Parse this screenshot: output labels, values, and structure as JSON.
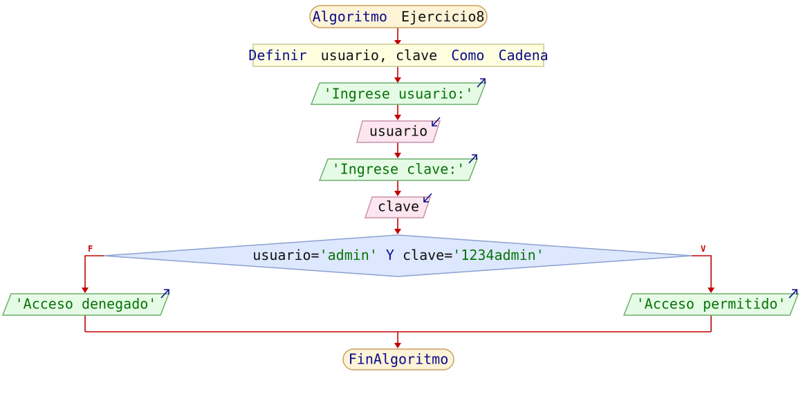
{
  "start": {
    "keyword": "Algoritmo",
    "name": "Ejercicio8"
  },
  "define": {
    "kw1": "Definir",
    "vars": "usuario, clave",
    "kw2": "Como",
    "type": "Cadena"
  },
  "output1": {
    "text": "'Ingrese usuario:'"
  },
  "input1": {
    "text": "usuario"
  },
  "output2": {
    "text": "'Ingrese clave:'"
  },
  "input2": {
    "text": "clave"
  },
  "decision": {
    "part1": "usuario=",
    "lit1": "'admin'",
    "op": " Y ",
    "part2": "clave=",
    "lit2": "'1234admin'",
    "false_label": "F",
    "true_label": "V"
  },
  "branch_false": {
    "text": "'Acceso denegado'"
  },
  "branch_true": {
    "text": "'Acceso permitido'"
  },
  "end": {
    "text": "FinAlgoritmo"
  },
  "colors": {
    "terminal_fill": "#fdf3d6",
    "terminal_stroke": "#c8a060",
    "define_fill": "#ffffe0",
    "define_stroke": "#c8c890",
    "output_fill": "#e6fbe6",
    "output_stroke": "#6cae6c",
    "input_fill": "#fde6ef",
    "input_stroke": "#c890a8",
    "decision_fill": "#dde8ff",
    "decision_stroke": "#8aa0d0",
    "connector": "#c00000"
  }
}
